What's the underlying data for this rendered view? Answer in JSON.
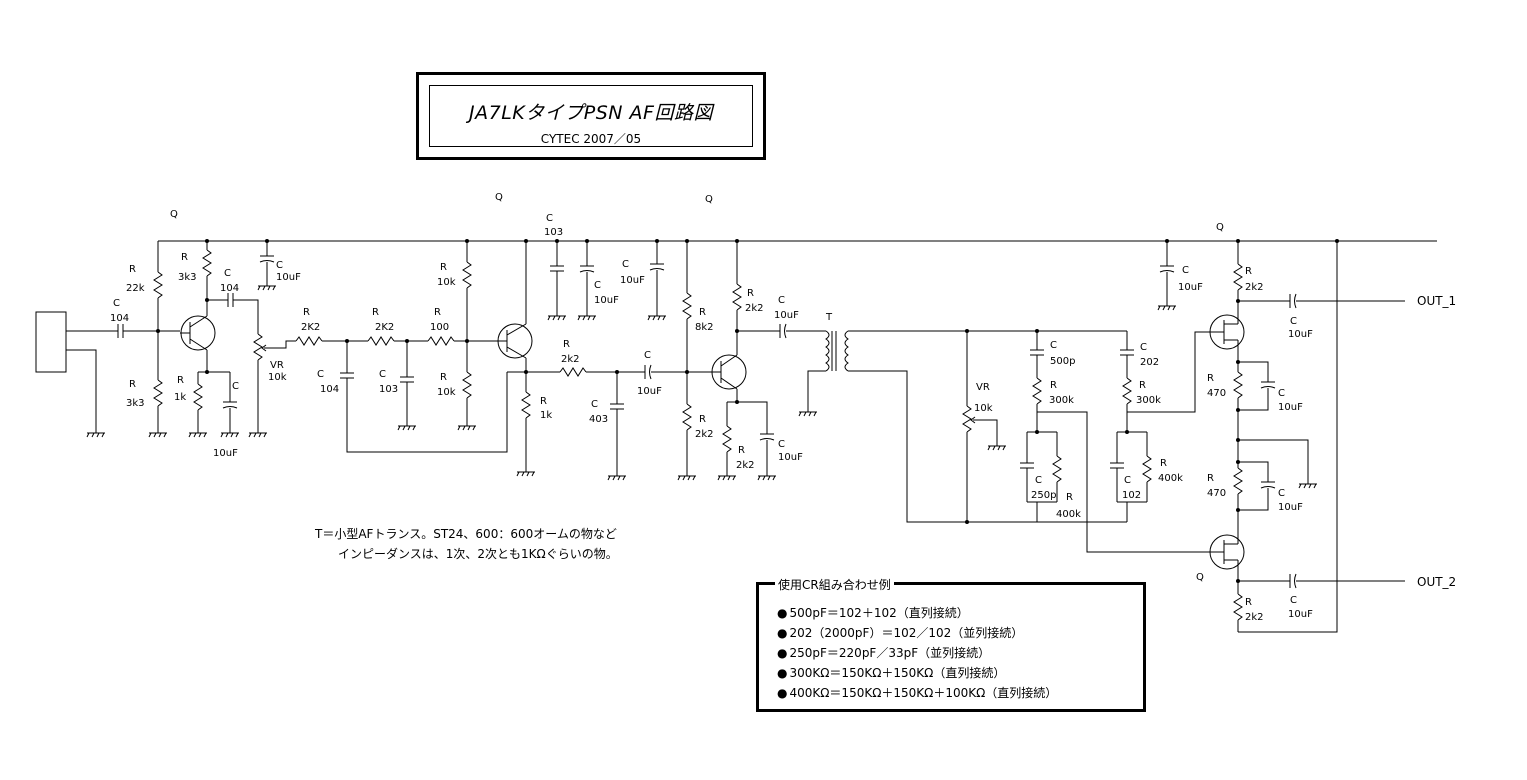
{
  "title": {
    "main": "JA7LKタイプPSN AF回路図",
    "sub": "CYTEC 2007／05"
  },
  "note": {
    "line1": "T＝小型AFトランス。ST24、600：600オームの物など",
    "line2": "インピーダンスは、1次、2次とも1KΩぐらいの物。"
  },
  "legend": {
    "title": "使用CR組み合わせ例",
    "items": [
      "500pF＝102＋102（直列接続）",
      "202（2000pF）＝102／102（並列接続）",
      "250pF＝220pF／33pF（並列接続）",
      "300KΩ＝150KΩ＋150KΩ（直列接続）",
      "400KΩ＝150KΩ＋150KΩ＋100KΩ（直列接続）"
    ]
  },
  "outputs": {
    "out1": "OUT_1",
    "out2": "OUT_2"
  },
  "labels": {
    "q1": "Q",
    "q2": "Q",
    "q3": "Q",
    "q4": "Q",
    "q5": "Q",
    "r22k_name": "R",
    "r22k_val": "22k",
    "r3k3a_name": "R",
    "r3k3a_val": "3k3",
    "r3k3b_name": "R",
    "r3k3b_val": "3k3",
    "r1ka_name": "R",
    "r1ka_val": "1k",
    "c104in_name": "C",
    "c104in_val": "104",
    "c104cpl_name": "C",
    "c104cpl_val": "104",
    "c10uf_a_name": "C",
    "c10uf_a_val": "10uF",
    "c10uf_b_name": "C",
    "c10uf_b_val": "10uF",
    "vr10k_a_name": "VR",
    "vr10k_a_val": "10k",
    "r2k2a_name": "R",
    "r2k2a_val": "2K2",
    "r2k2b_name": "R",
    "r2k2b_val": "2K2",
    "r100_name": "R",
    "r100_val": "100",
    "c104b_name": "C",
    "c104b_val": "104",
    "c103a_name": "C",
    "c103a_val": "103",
    "r10ka_name": "R",
    "r10ka_val": "10k",
    "r10kb_name": "R",
    "r10kb_val": "10k",
    "c103b_name": "C",
    "c103b_val": "103",
    "c10uf_c_name": "C",
    "c10uf_c_val": "10uF",
    "c10uf_d_name": "C",
    "c10uf_d_val": "10uF",
    "r2k2c_name": "R",
    "r2k2c_val": "2k2",
    "r1kb_name": "R",
    "r1kb_val": "1k",
    "c403_name": "C",
    "c403_val": "403",
    "c10uf_e_name": "C",
    "c10uf_e_val": "10uF",
    "r8k2_name": "R",
    "r8k2_val": "8k2",
    "r2k2d_name": "R",
    "r2k2d_val": "2k2",
    "r2k2e_name": "R",
    "r2k2e_val": "2k2",
    "r2k2f_name": "R",
    "r2k2f_val": "2k2",
    "c10uf_f_name": "C",
    "c10uf_f_val": "10uF",
    "c10uf_g_name": "C",
    "c10uf_g_val": "10uF",
    "t_name": "T",
    "vr10k_b_name": "VR",
    "vr10k_b_val": "10k",
    "c500p_name": "C",
    "c500p_val": "500p",
    "r300ka_name": "R",
    "r300ka_val": "300k",
    "c250p_name": "C",
    "c250p_val": "250p",
    "r400ka_name": "R",
    "r400ka_val": "400k",
    "c202_name": "C",
    "c202_val": "202",
    "r300kb_name": "R",
    "r300kb_val": "300k",
    "c102_name": "C",
    "c102_val": "102",
    "r400kb_name": "R",
    "r400kb_val": "400k",
    "c10uf_h_name": "C",
    "c10uf_h_val": "10uF",
    "r2k2g_name": "R",
    "r2k2g_val": "2k2",
    "c10uf_i_name": "C",
    "c10uf_i_val": "10uF",
    "r470a_name": "R",
    "r470a_val": "470",
    "c10uf_j_name": "C",
    "c10uf_j_val": "10uF",
    "r470b_name": "R",
    "r470b_val": "470",
    "c10uf_k_name": "C",
    "c10uf_k_val": "10uF",
    "r2k2h_name": "R",
    "r2k2h_val": "2k2",
    "c10uf_l_name": "C",
    "c10uf_l_val": "10uF"
  }
}
